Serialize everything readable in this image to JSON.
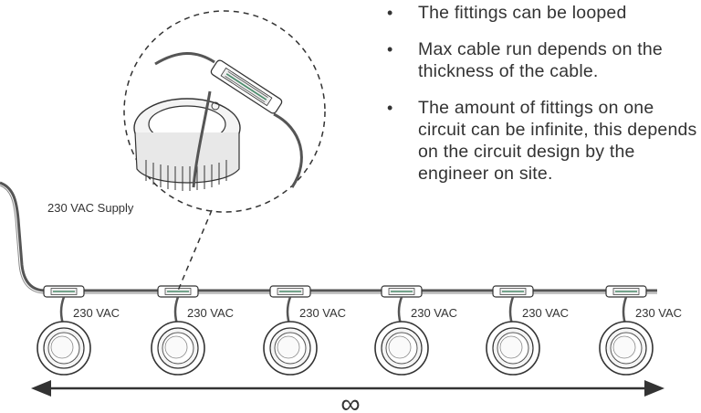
{
  "notes": [
    "The fittings can be looped",
    "Max cable run depends on the thickness of the cable.",
    "The amount of fittings on one circuit can be infinite, this depends on the circuit design by the engineer on site."
  ],
  "supply_label": "230 VAC Supply",
  "fitting_labels": [
    "230 VAC",
    "230 VAC",
    "230 VAC",
    "230 VAC",
    "230 VAC",
    "230 VAC"
  ],
  "infinity_symbol": "∞",
  "colors": {
    "line": "#333333",
    "cable": "#555555",
    "connector": "#4a8a6a"
  }
}
